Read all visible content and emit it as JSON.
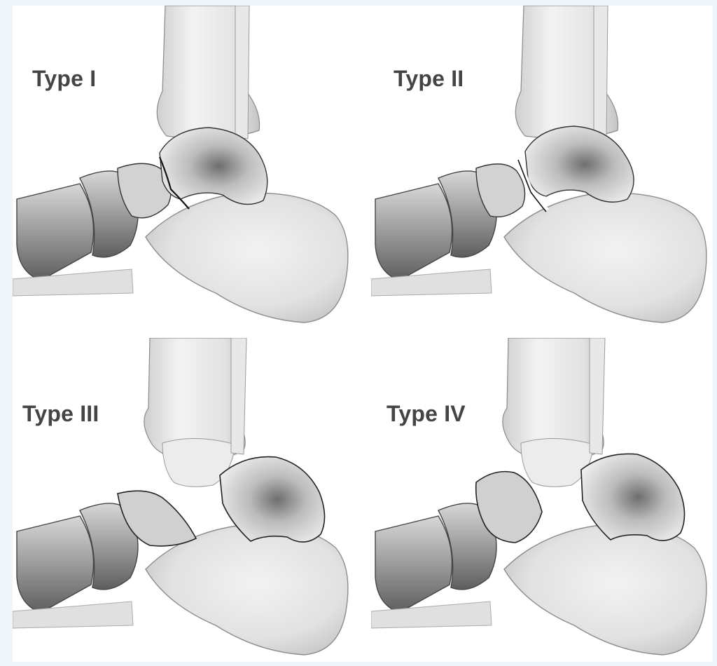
{
  "panels": [
    {
      "label": "Type I",
      "variant": "type-1"
    },
    {
      "label": "Type II",
      "variant": "type-2"
    },
    {
      "label": "Type III",
      "variant": "type-3"
    },
    {
      "label": "Type IV",
      "variant": "type-4"
    }
  ],
  "colors": {
    "bone_fill": "#e6e6e6",
    "bone_light": "#f4f4f4",
    "bone_outline": "#707070",
    "bone_shadow": "#9a9a9a",
    "fracture_line": "#222222",
    "label_text": "#444444",
    "background": "#ffffff",
    "page_border": "#eef6fb"
  }
}
